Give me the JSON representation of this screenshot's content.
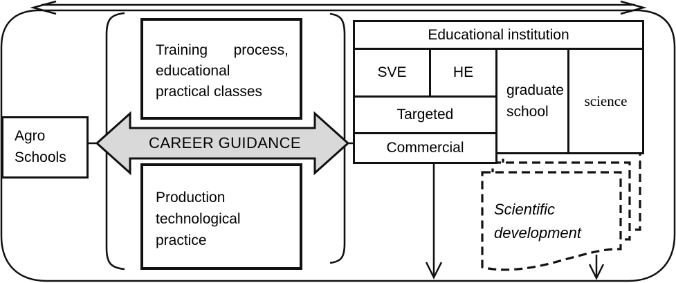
{
  "agro_box": {
    "line1": "Agro",
    "line2": "Schools"
  },
  "career_guidance": {
    "label": "CAREER GUIDANCE"
  },
  "training_box": {
    "line1_word1": "Training",
    "line1_word2": "process,",
    "line2": "educational",
    "line3": "practical classes"
  },
  "production_box": {
    "line1": "Production",
    "line2": "technological",
    "line3": "practice"
  },
  "education_table": {
    "header": "Educational institution",
    "sve": "SVE",
    "he": "HE",
    "targeted": "Targeted",
    "commercial": "Commercial",
    "graduate_line1": "graduate",
    "graduate_line2": "school",
    "science": "science"
  },
  "scientific_doc": {
    "line1": "Scientific",
    "line2": "development"
  },
  "colors": {
    "arrow_fill": "#d9d9d9",
    "line": "#111111",
    "background": "#ffffff"
  }
}
